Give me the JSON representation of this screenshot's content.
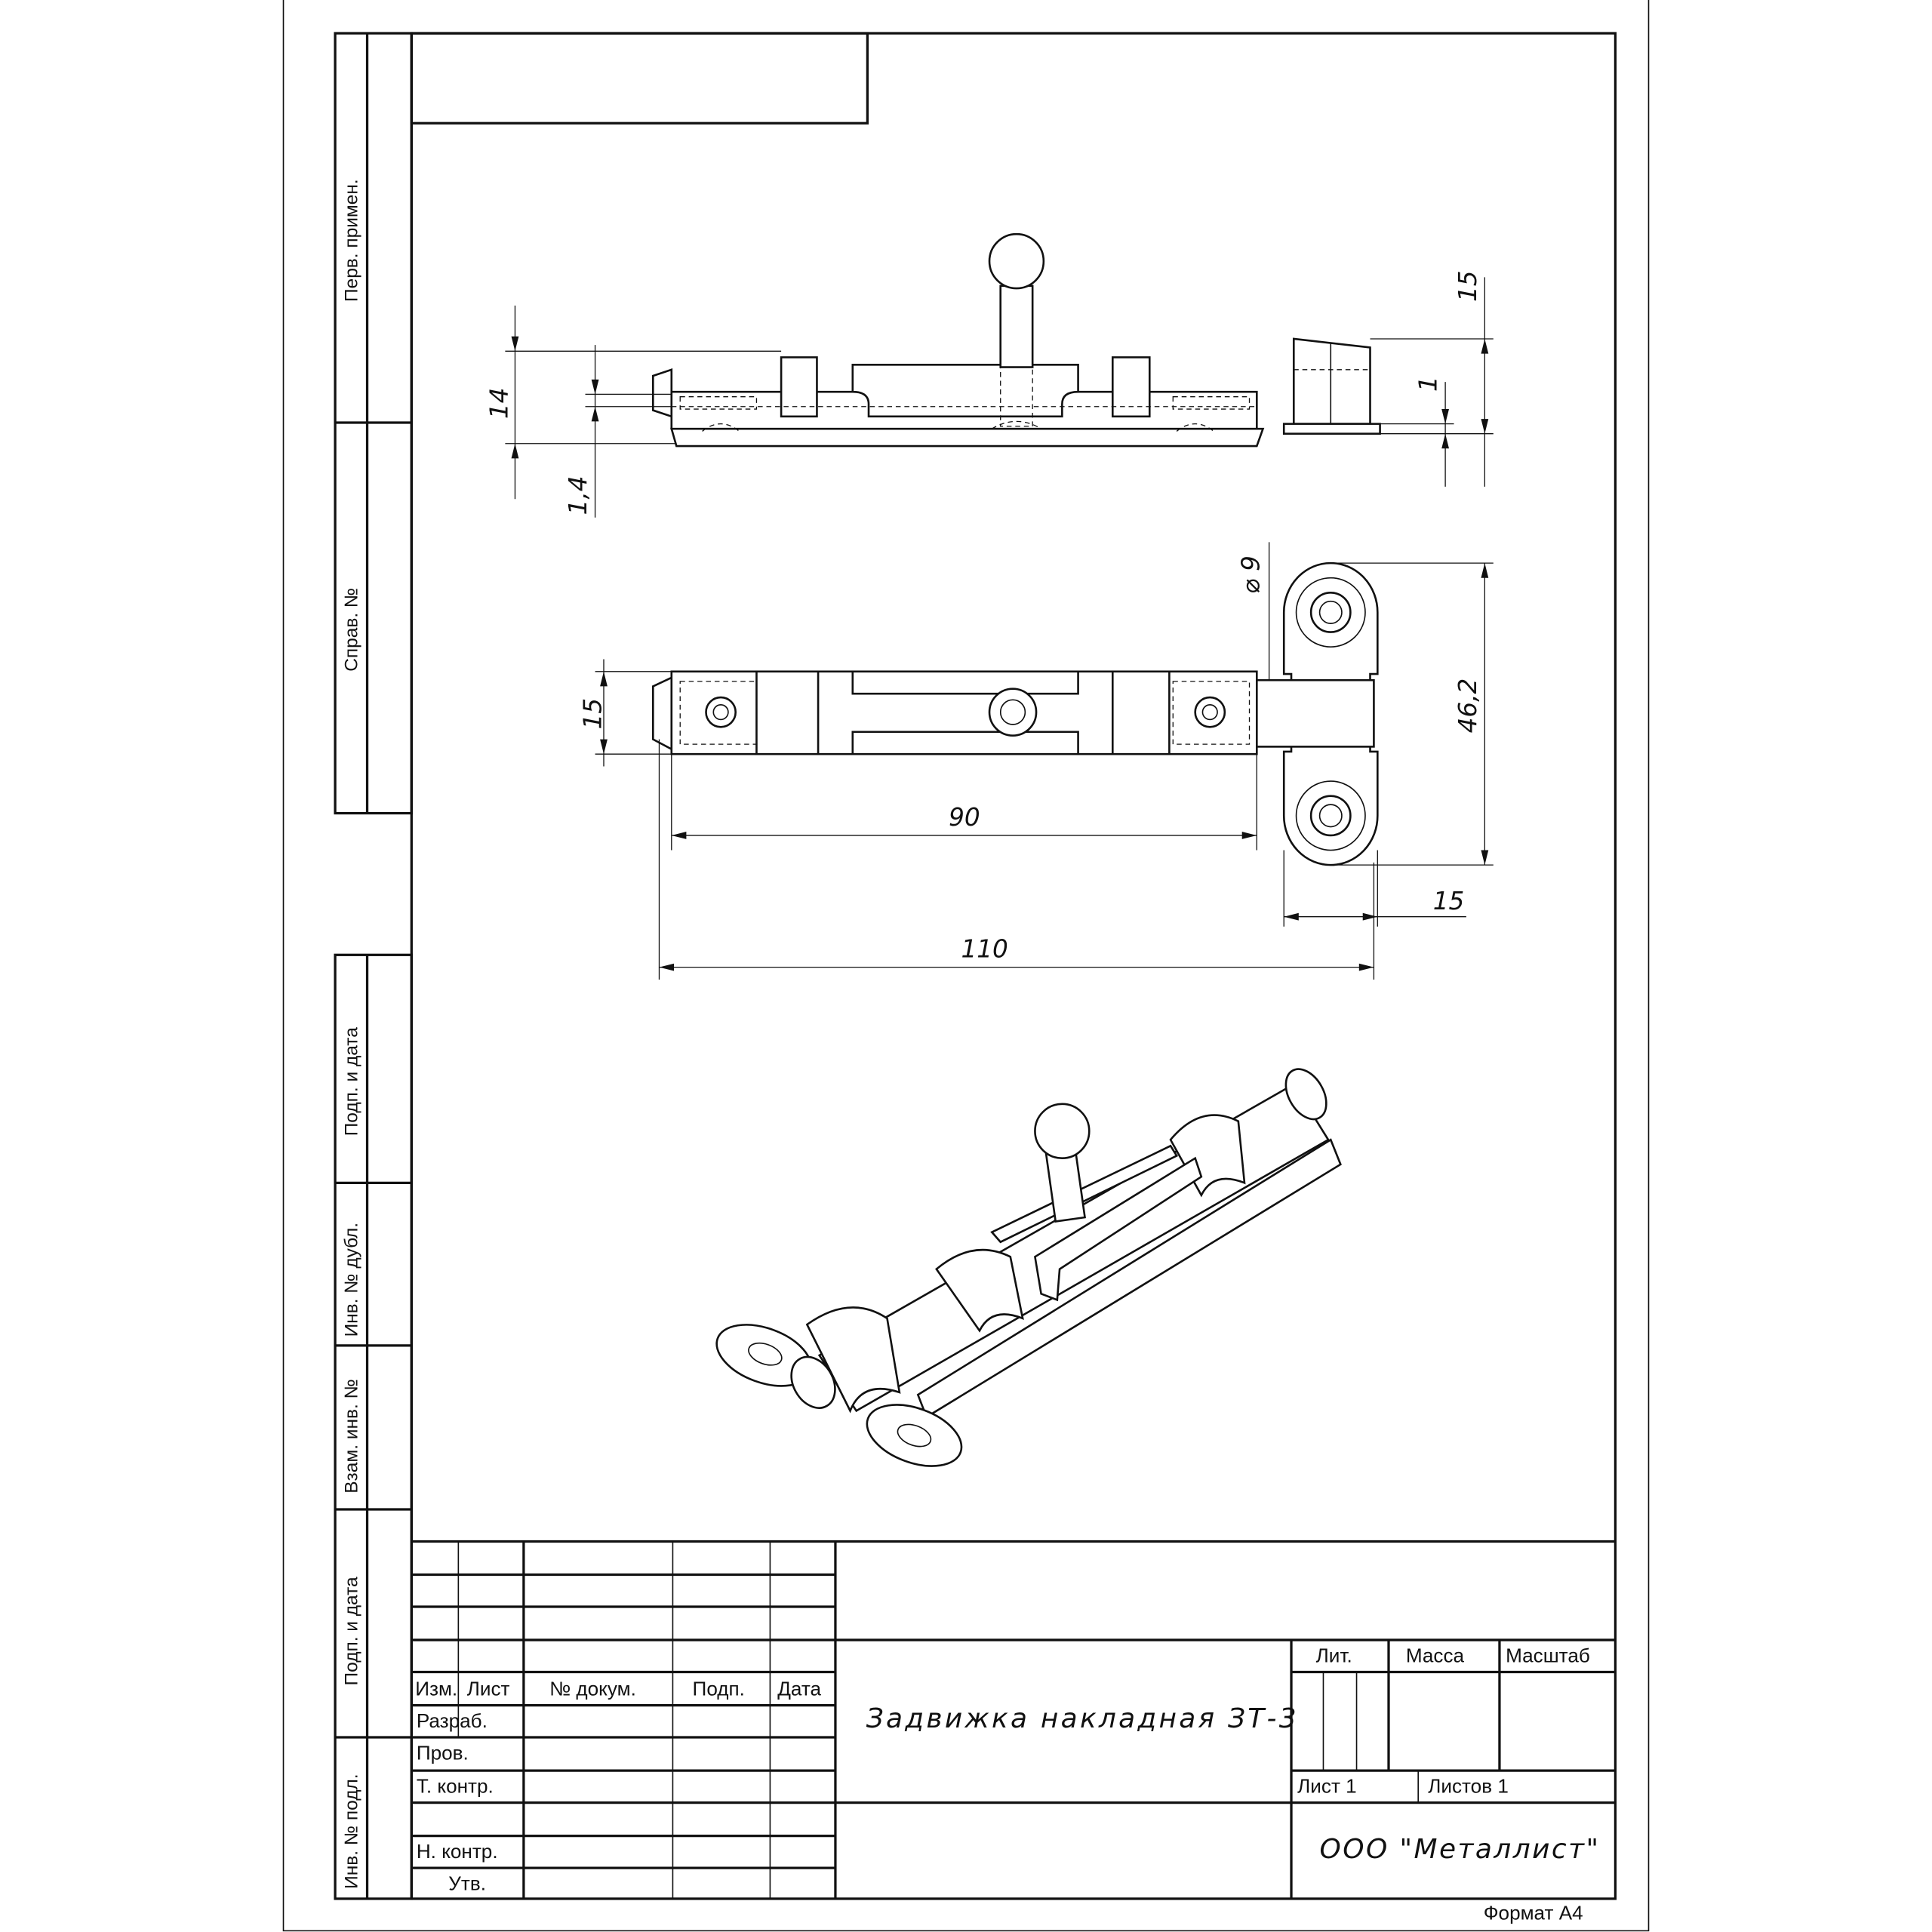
{
  "side_stamp": {
    "perv_primen": "Перв. примен.",
    "sprav_no": "Справ. №",
    "podp_data_1": "Подп. и дата",
    "inv_dubl": "Инв. № дубл.",
    "vzam_inv": "Взам. инв. №",
    "podp_data_2": "Подп. и дата",
    "inv_podl": "Инв. № подл."
  },
  "dimensions": {
    "top_view": {
      "height_14": "14",
      "height_1_4": "1,4",
      "strike_15": "15",
      "strike_1": "1"
    },
    "plan_view": {
      "width_15": "15",
      "hole_d9": "⌀ 9",
      "strike_46_2": "46,2",
      "length_90": "90",
      "length_110": "110",
      "strike_width_15": "15"
    }
  },
  "title_block": {
    "headers": {
      "izm": "Изм.",
      "list": "Лист",
      "doc_no": "№ докум.",
      "podp": "Подп.",
      "data": "Дата"
    },
    "roles": [
      "Разраб.",
      "Пров.",
      "Т. контр.",
      "",
      "Н. контр.",
      "Утв."
    ],
    "title": "Задвижка накладная ЗТ-3",
    "lit": "Лит.",
    "massa": "Масса",
    "masshtab": "Масштаб",
    "sheet": "Лист 1",
    "sheets": "Листов 1",
    "company": "ООО \"Металлист\""
  },
  "format": "Формат А4"
}
